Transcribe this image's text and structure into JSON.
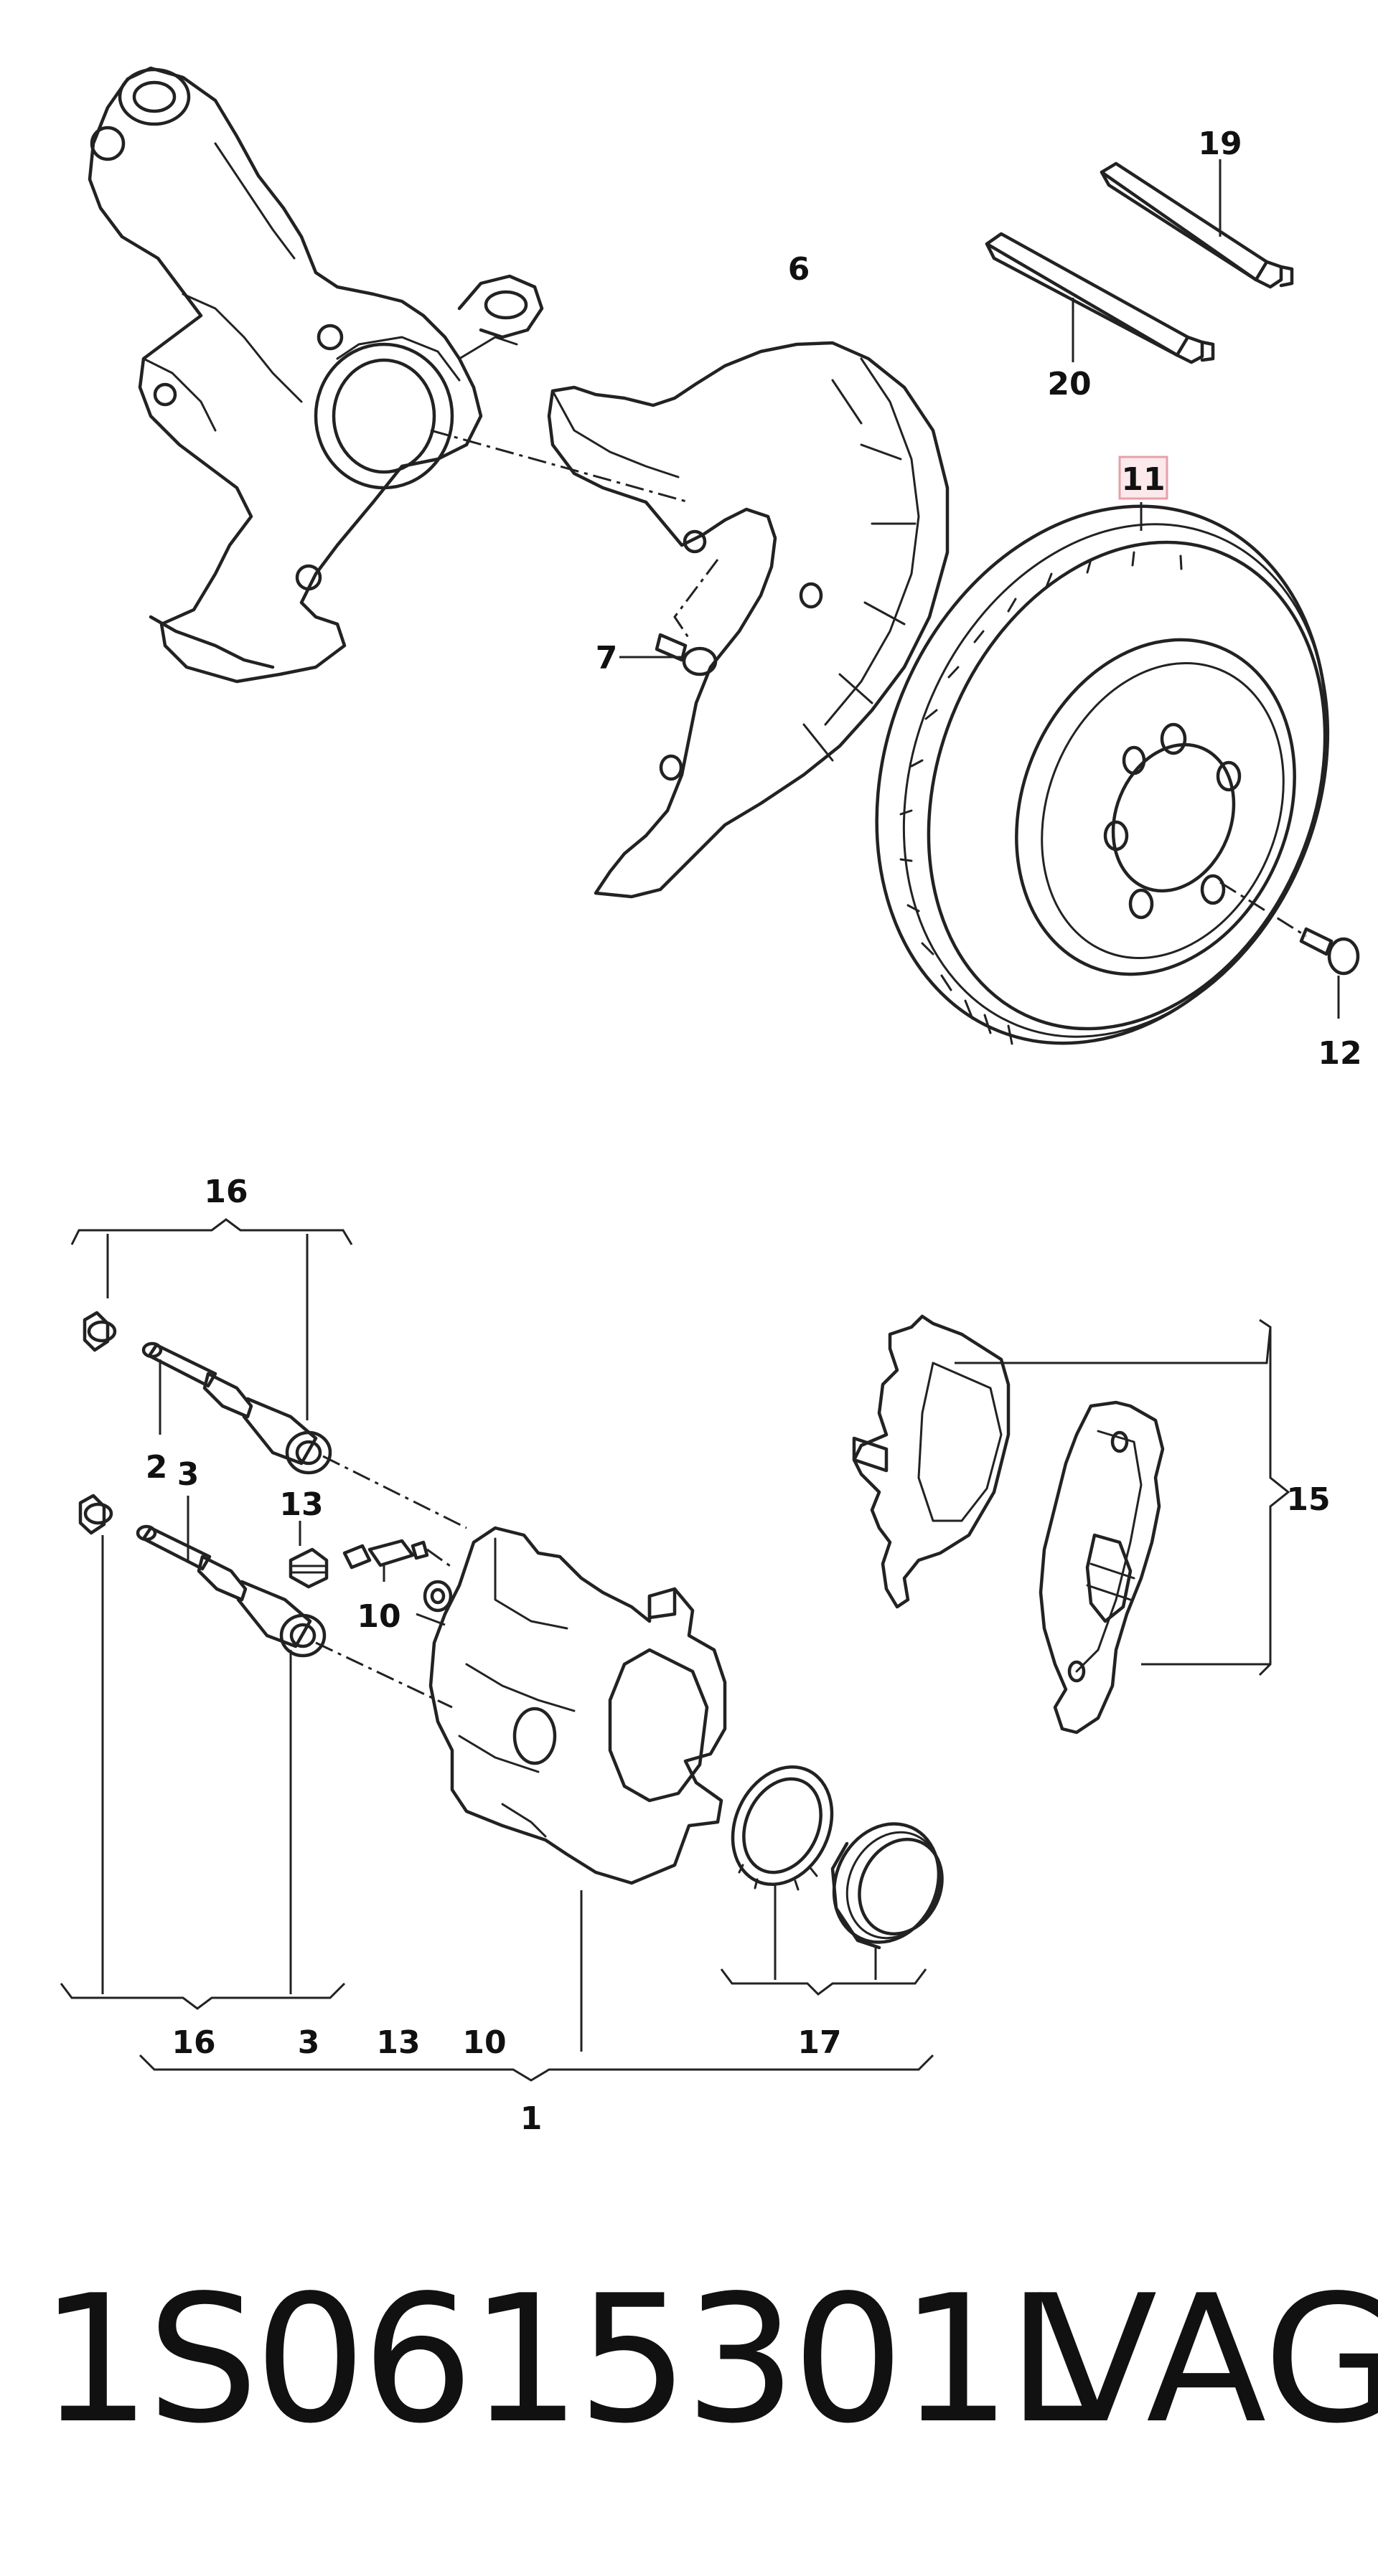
{
  "labels": {
    "l1": "1",
    "l2": "2",
    "l3a": "3",
    "l3b": "3",
    "l6": "6",
    "l7": "7",
    "l10a": "10",
    "l10b": "10",
    "l11": "11",
    "l12": "12",
    "l13a": "13",
    "l13b": "13",
    "l15": "15",
    "l16a": "16",
    "l16b": "16",
    "l17": "17",
    "l19": "19",
    "l20": "20"
  },
  "footer": {
    "part_number": "1S0615301L",
    "brand": "VAG"
  },
  "highlight": {
    "label": "11",
    "color": "#e8a0a8",
    "fill": "#fbe9ec"
  }
}
